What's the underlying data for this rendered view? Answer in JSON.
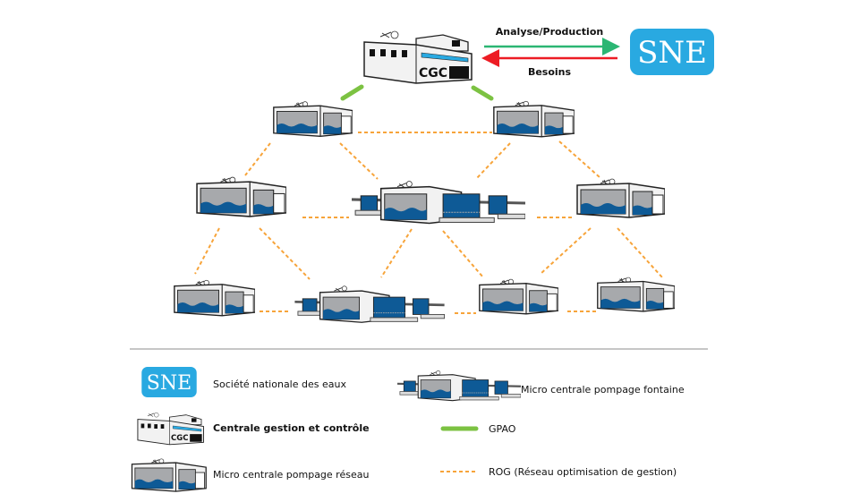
{
  "diagram": {
    "top": {
      "cgc_label": "CGC",
      "sne_label": "SNE",
      "arrow_up_label": "Analyse/Production",
      "arrow_down_label": "Besoins"
    },
    "legend": [
      {
        "icon": "sne-logo",
        "label": "Société  nationale des eaux"
      },
      {
        "icon": "cgc-building",
        "label": "Centrale gestion et contrôle"
      },
      {
        "icon": "micro-centrale-reseau",
        "label": "Micro centrale pompage réseau"
      },
      {
        "icon": "micro-centrale-fontaine",
        "label": "Micro centrale pompage fontaine"
      },
      {
        "icon": "gpao-line",
        "label": "GPAO"
      },
      {
        "icon": "rog-dashed-line",
        "label": "ROG (Réseau optimisation de gestion)"
      }
    ],
    "colors": {
      "sne": "#29a9e1",
      "gpao": "#7cc242",
      "rog": "#f7a43a",
      "arrow_analyse": "#2bb673",
      "arrow_besoins": "#ed1c24",
      "water": "#0e5a96"
    }
  }
}
